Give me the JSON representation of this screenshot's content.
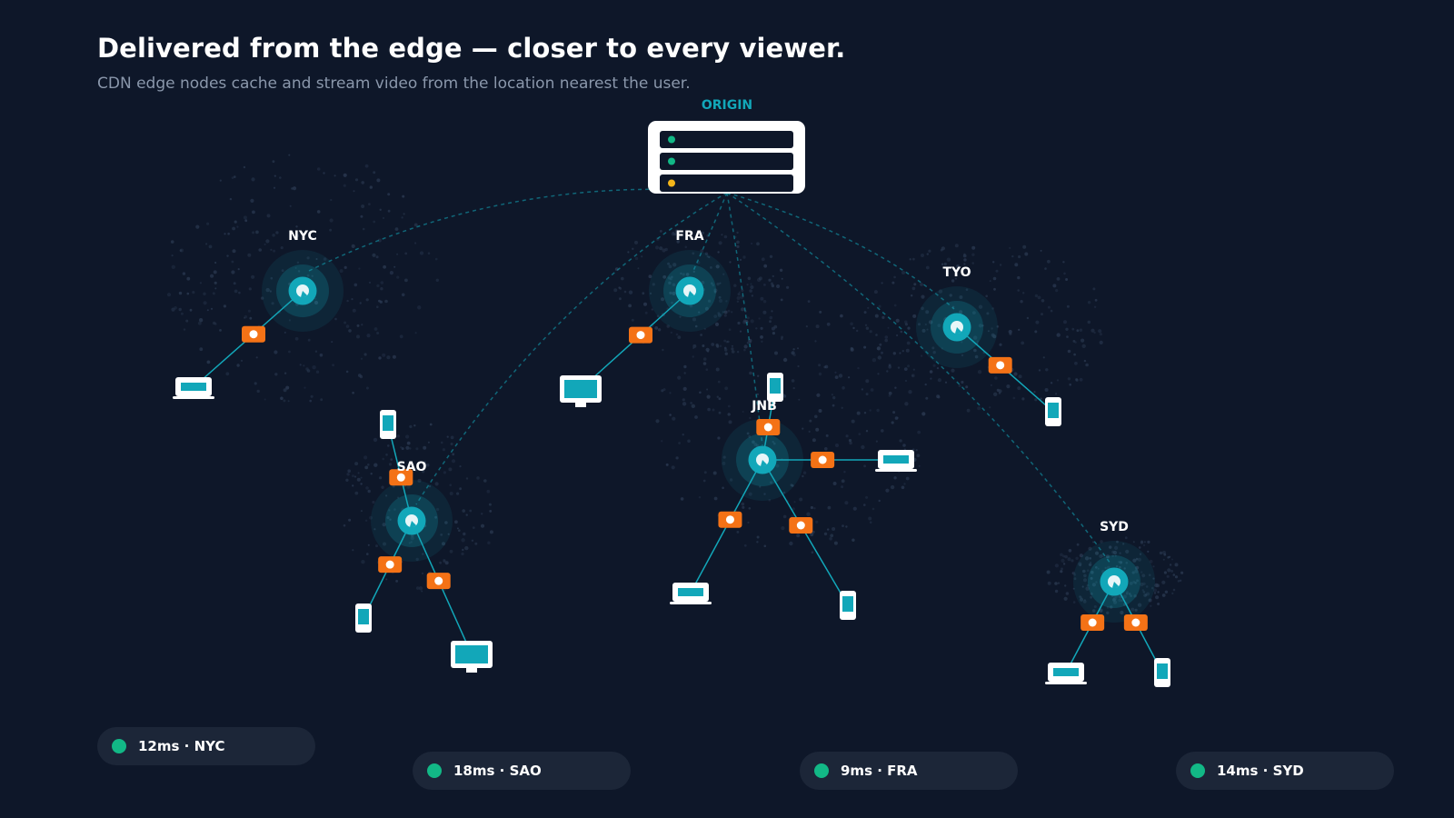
{
  "header": {
    "title": "Delivered from the edge — closer to every viewer.",
    "subtitle": "CDN edge nodes cache and stream video from the location nearest the user."
  },
  "origin": {
    "label": "ORIGIN",
    "led_colors": [
      "#12b886",
      "#12b886",
      "#f4b61a"
    ]
  },
  "nodes": [
    {
      "id": "NYC",
      "label": "NYC"
    },
    {
      "id": "FRA",
      "label": "FRA"
    },
    {
      "id": "TYO",
      "label": "TYO"
    },
    {
      "id": "JNB",
      "label": "JNB"
    },
    {
      "id": "SAO",
      "label": "SAO"
    },
    {
      "id": "SYD",
      "label": "SYD"
    }
  ],
  "latency": [
    {
      "text": "12ms · NYC",
      "status": "good"
    },
    {
      "text": "18ms · SAO",
      "status": "good"
    },
    {
      "text": "9ms · FRA",
      "status": "good"
    },
    {
      "text": "14ms · SYD",
      "status": "good"
    }
  ],
  "devices": {
    "NYC": [
      "laptop"
    ],
    "FRA": [
      "monitor"
    ],
    "TYO": [
      "phone"
    ],
    "JNB": [
      "phone",
      "laptop",
      "laptop",
      "phone"
    ],
    "SAO": [
      "phone",
      "phone",
      "monitor"
    ],
    "SYD": [
      "laptop",
      "phone"
    ]
  },
  "colors": {
    "background": "#0e1729",
    "accent": "#12a7b9",
    "stream_badge": "#f47216",
    "status_good": "#12b886",
    "pill": "#1c2638",
    "device": "#ffffff"
  },
  "icons": {
    "origin": "server-rack-icon",
    "node": "edge-node-icon",
    "badge": "video-stream-icon",
    "devices": [
      "laptop-icon",
      "monitor-icon",
      "phone-icon"
    ]
  }
}
